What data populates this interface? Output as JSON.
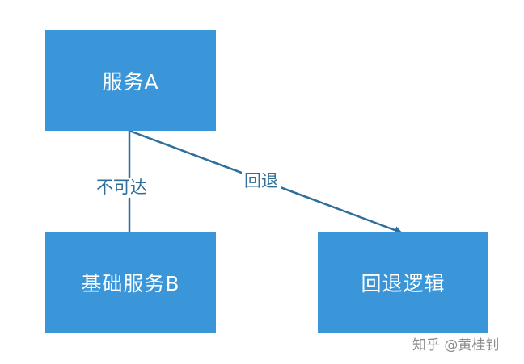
{
  "nodes": {
    "service_a": "服务A",
    "base_service_b": "基础服务B",
    "fallback_logic": "回退逻辑"
  },
  "edges": {
    "unreachable_label": "不可达",
    "fallback_label": "回退"
  },
  "watermark": "知乎 @黄桂钊",
  "colors": {
    "node_fill": "#3a96d8",
    "edge": "#2f6d9a",
    "label_text": "#2f6d9a"
  }
}
